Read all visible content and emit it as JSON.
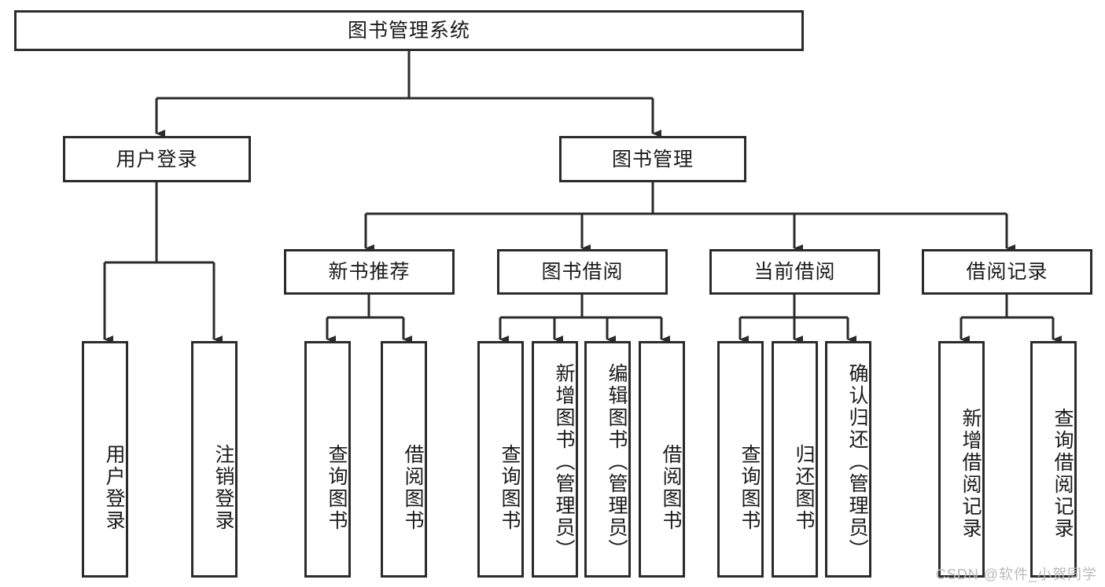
{
  "diagram": {
    "title": "图书管理系统",
    "type": "tree-hierarchy",
    "root": {
      "label": "图书管理系统"
    },
    "level2": [
      {
        "id": "user-login",
        "label": "用户登录"
      },
      {
        "id": "book-manage",
        "label": "图书管理"
      }
    ],
    "level3": [
      {
        "id": "new-book-rec",
        "label": "新书推荐",
        "parent": "book-manage"
      },
      {
        "id": "book-borrow",
        "label": "图书借阅",
        "parent": "book-manage"
      },
      {
        "id": "current-borrow",
        "label": "当前借阅",
        "parent": "book-manage"
      },
      {
        "id": "borrow-record",
        "label": "借阅记录",
        "parent": "book-manage"
      }
    ],
    "leaves": [
      {
        "id": "leaf-1",
        "label": "用户登录",
        "parent": "user-login"
      },
      {
        "id": "leaf-2",
        "label": "注销登录",
        "parent": "user-login"
      },
      {
        "id": "leaf-3",
        "label": "查询图书",
        "parent": "new-book-rec"
      },
      {
        "id": "leaf-4",
        "label": "借阅图书",
        "parent": "new-book-rec"
      },
      {
        "id": "leaf-5",
        "label": "查询图书",
        "parent": "book-borrow"
      },
      {
        "id": "leaf-6",
        "label": "新增图书（管理员）",
        "parent": "book-borrow"
      },
      {
        "id": "leaf-7",
        "label": "编辑图书（管理员）",
        "parent": "book-borrow"
      },
      {
        "id": "leaf-8",
        "label": "借阅图书",
        "parent": "book-borrow"
      },
      {
        "id": "leaf-9",
        "label": "查询图书",
        "parent": "current-borrow"
      },
      {
        "id": "leaf-10",
        "label": "归还图书",
        "parent": "current-borrow"
      },
      {
        "id": "leaf-11",
        "label": "确认归还（管理员）",
        "parent": "current-borrow"
      },
      {
        "id": "leaf-12",
        "label": "新增借阅记录",
        "parent": "borrow-record"
      },
      {
        "id": "leaf-13",
        "label": "查询借阅记录",
        "parent": "borrow-record"
      }
    ],
    "colors": {
      "border": "#2b2b2b",
      "background": "#ffffff",
      "text": "#1a1a1a",
      "watermark": "#b9b9b9"
    }
  },
  "watermark": {
    "text": "CSDN @软件_小贺同学"
  }
}
